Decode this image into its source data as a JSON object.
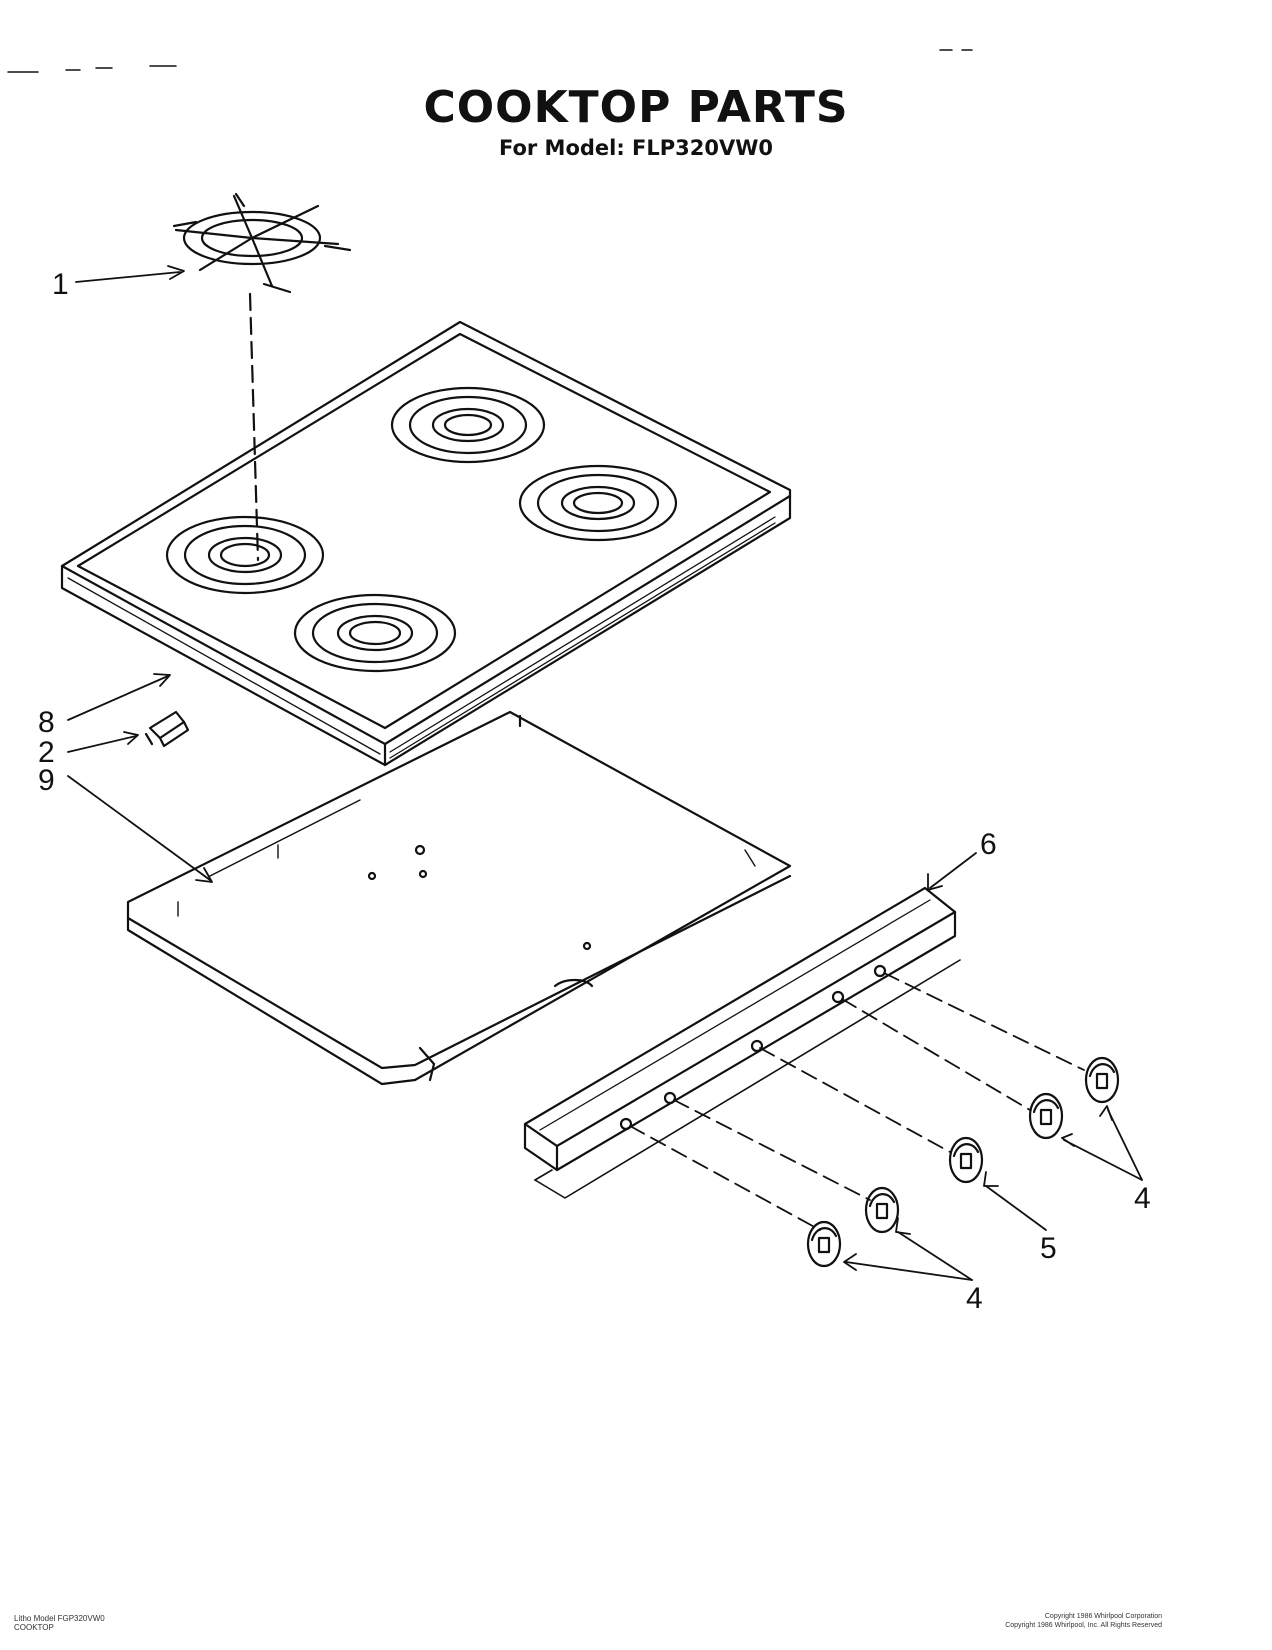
{
  "title": "COOKTOP PARTS",
  "subtitle": "For Model: FLP320VW0",
  "callouts": {
    "grate": "1",
    "nozzle": "2",
    "cooktop_top": "8",
    "burner_box": "9",
    "manifold_panel": "6",
    "knobs_right": "4",
    "knob_center": "5",
    "knobs_left": "4"
  },
  "footer": {
    "left_line1": "Litho Model FGP320VW0",
    "left_line2": "COOKTOP",
    "right_line1": "Copyright 1986 Whirlpool Corporation",
    "right_line2": "Copyright 1986 Whirlpool, Inc. All Rights Reserved"
  }
}
